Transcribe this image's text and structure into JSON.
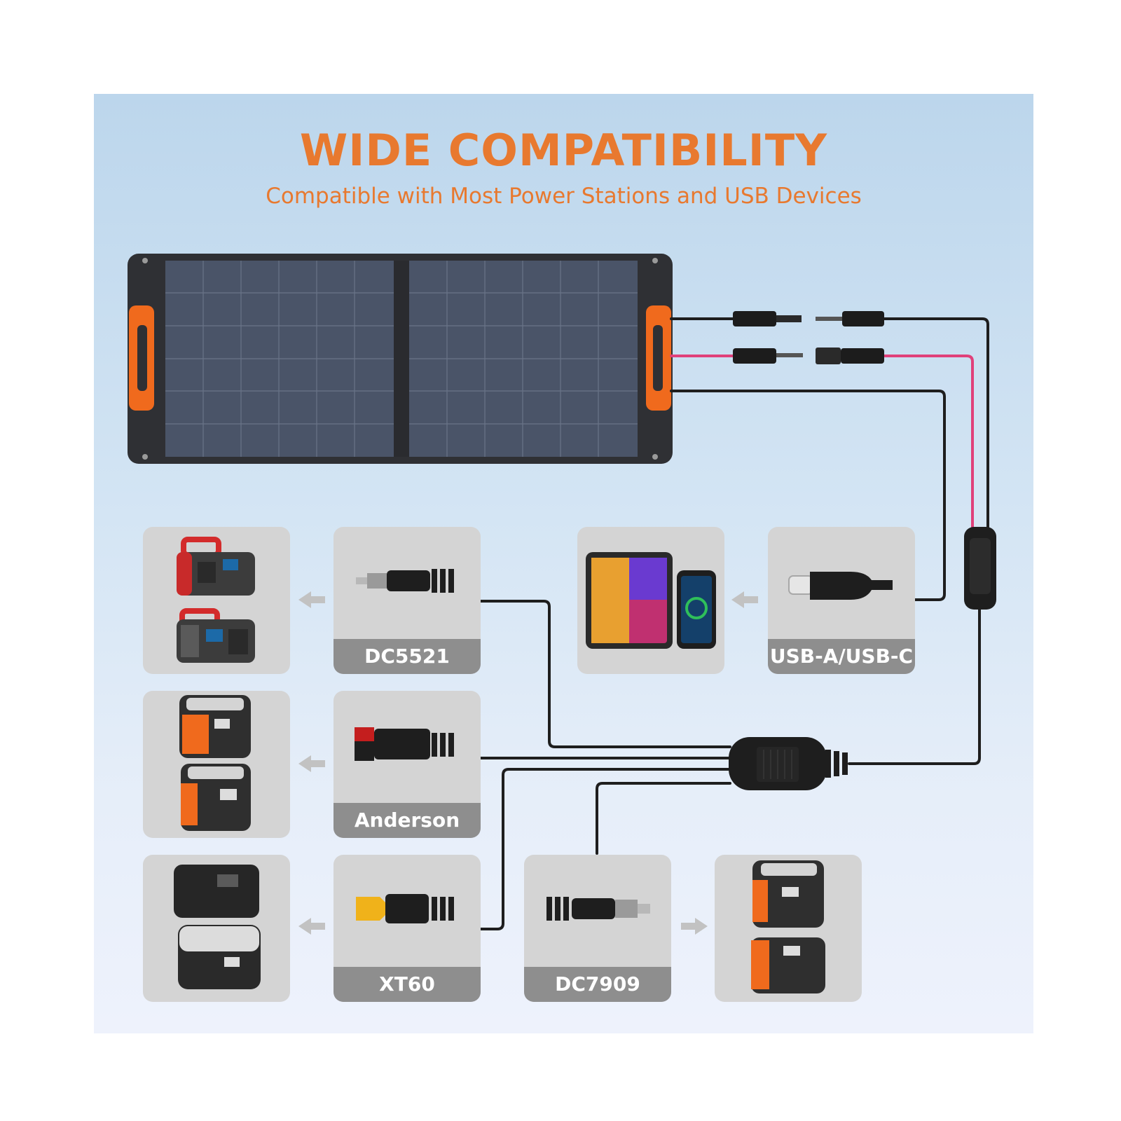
{
  "title": "WIDE COMPATIBILITY",
  "subtitle": "Compatible with Most Power Stations and USB Devices",
  "connectors": {
    "dc5521": "DC5521",
    "anderson": "Anderson",
    "xt60": "XT60",
    "dc7909": "DC7909",
    "usb": "USB-A/USB-C"
  },
  "colors": {
    "accent": "#e8792f",
    "cable": "#1e1e1e",
    "positive_cable": "#e0407a",
    "card": "#d4d4d4",
    "label_bar": "#8e8e8e",
    "arrow": "#c2c2c2"
  },
  "icons": [
    "solar-panel-icon",
    "mc4-connector-icon",
    "branch-connector-icon",
    "usb-c-plug-icon",
    "dc-barrel-plug-icon",
    "anderson-plug-icon",
    "xt60-plug-icon",
    "power-station-icon",
    "tablet-icon",
    "smartphone-icon",
    "arrow-left-icon",
    "arrow-right-icon"
  ]
}
